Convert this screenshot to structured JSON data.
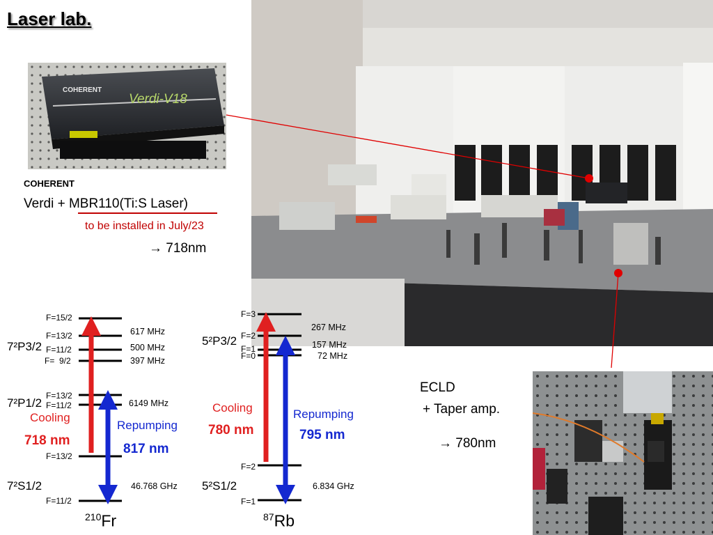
{
  "title": "Laser lab.",
  "verdi_photo": {
    "brand": "COHERENT",
    "model": "Verdi-V18"
  },
  "laser_caption": {
    "maker": "COHERENT",
    "system": "Verdi + MBR110(Ti:S Laser)",
    "note": "to be installed in July/23",
    "wavelength": "→ 718nm"
  },
  "ecld_caption": {
    "line1": "ECLD",
    "line2": "+ Taper amp.",
    "wavelength": "→ 780nm"
  },
  "fr_diagram": {
    "isotope_mass": "210",
    "element": "Fr",
    "p32_levels": [
      "F=15/2",
      "F=13/2",
      "F=11/2",
      "F=  9/2"
    ],
    "p32_splittings": [
      "617 MHz",
      "500 MHz",
      "397 MHz"
    ],
    "p12_levels": [
      "F=13/2",
      "F=11/2"
    ],
    "p12_splitting": "6149 MHz",
    "s12_levels": [
      "F=13/2",
      "F=11/2"
    ],
    "s12_splitting": "46.768 GHz",
    "cooling_label": "Cooling",
    "cooling_wavelength": "718 nm",
    "repump_label": "Repumping",
    "repump_wavelength": "817 nm",
    "state_p32": "7²P3/2",
    "state_p12": "7²P1/2",
    "state_s12": "7²S1/2"
  },
  "rb_diagram": {
    "isotope_mass": "87",
    "element": "Rb",
    "p32_levels": [
      "F=3",
      "F=2",
      "F=1",
      "F=0"
    ],
    "p32_splittings": [
      "267 MHz",
      "157 MHz",
      "72 MHz"
    ],
    "s12_levels": [
      "F=2",
      "F=1"
    ],
    "s12_splitting": "6.834 GHz",
    "cooling_label": "Cooling",
    "cooling_wavelength": "780 nm",
    "repump_label": "Repumping",
    "repump_wavelength": "795 nm",
    "state_p32": "5²P3/2",
    "state_s12": "5²S1/2"
  },
  "colors": {
    "cooling": "#e02020",
    "repump": "#1428d0",
    "pointer": "#e00000",
    "note": "#c00000"
  }
}
